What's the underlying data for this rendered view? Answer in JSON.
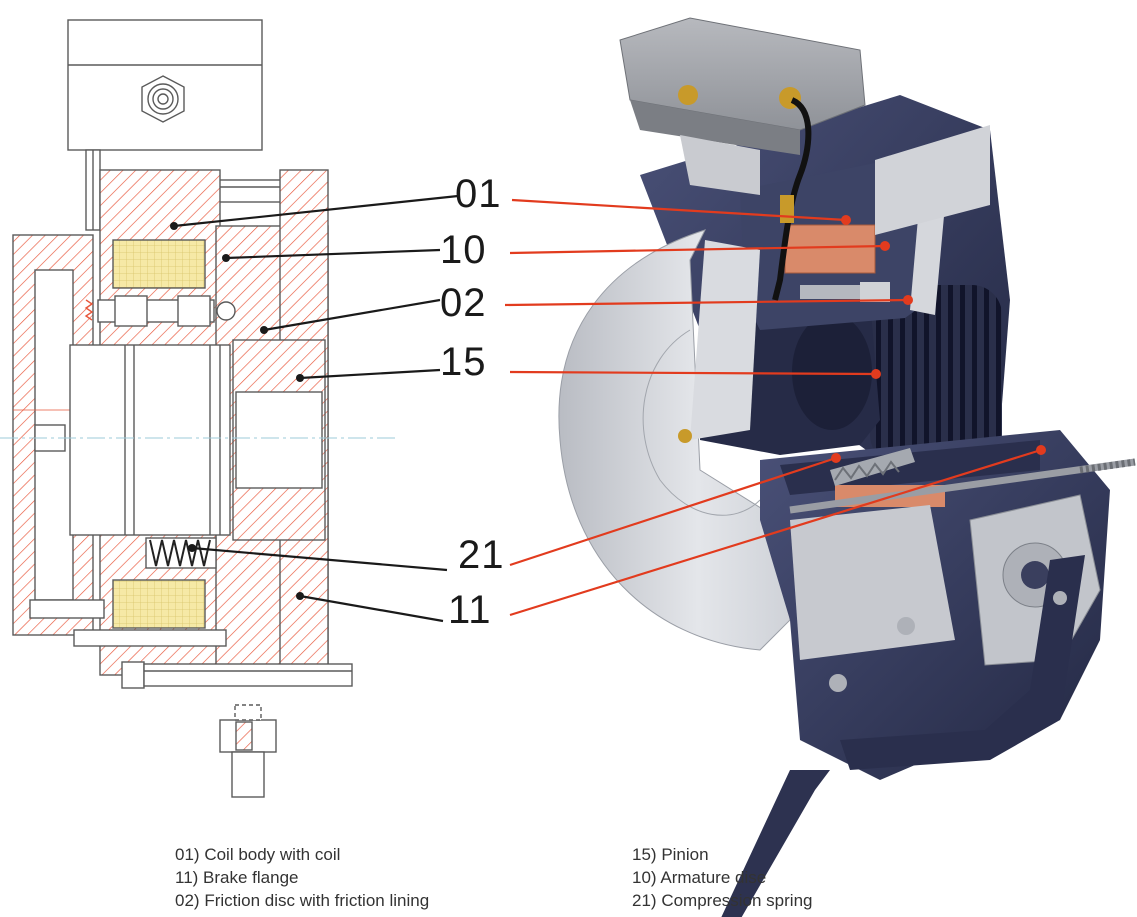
{
  "colors": {
    "hatch": "#e8563a",
    "outline": "#5a5a5a",
    "coil": "#f6e9a6",
    "leader_left": "#1a1a1a",
    "leader_right": "#e23b1e",
    "body_dark": "#33395a",
    "body_light": "#c9ccd2",
    "copper": "#d98a6a",
    "brass": "#c89a2a"
  },
  "callouts": [
    {
      "label": "01"
    },
    {
      "label": "10"
    },
    {
      "label": "02"
    },
    {
      "label": "15"
    },
    {
      "label": "21"
    },
    {
      "label": "11"
    }
  ],
  "legend": [
    {
      "num": "01)",
      "text": "Coil body with coil"
    },
    {
      "num": "11)",
      "text": "Brake flange"
    },
    {
      "num": "02)",
      "text": "Friction disc with friction lining"
    },
    {
      "num": "15)",
      "text": "Pinion"
    },
    {
      "num": "10)",
      "text": "Armature dise"
    },
    {
      "num": "21)",
      "text": "Compression spring"
    }
  ]
}
